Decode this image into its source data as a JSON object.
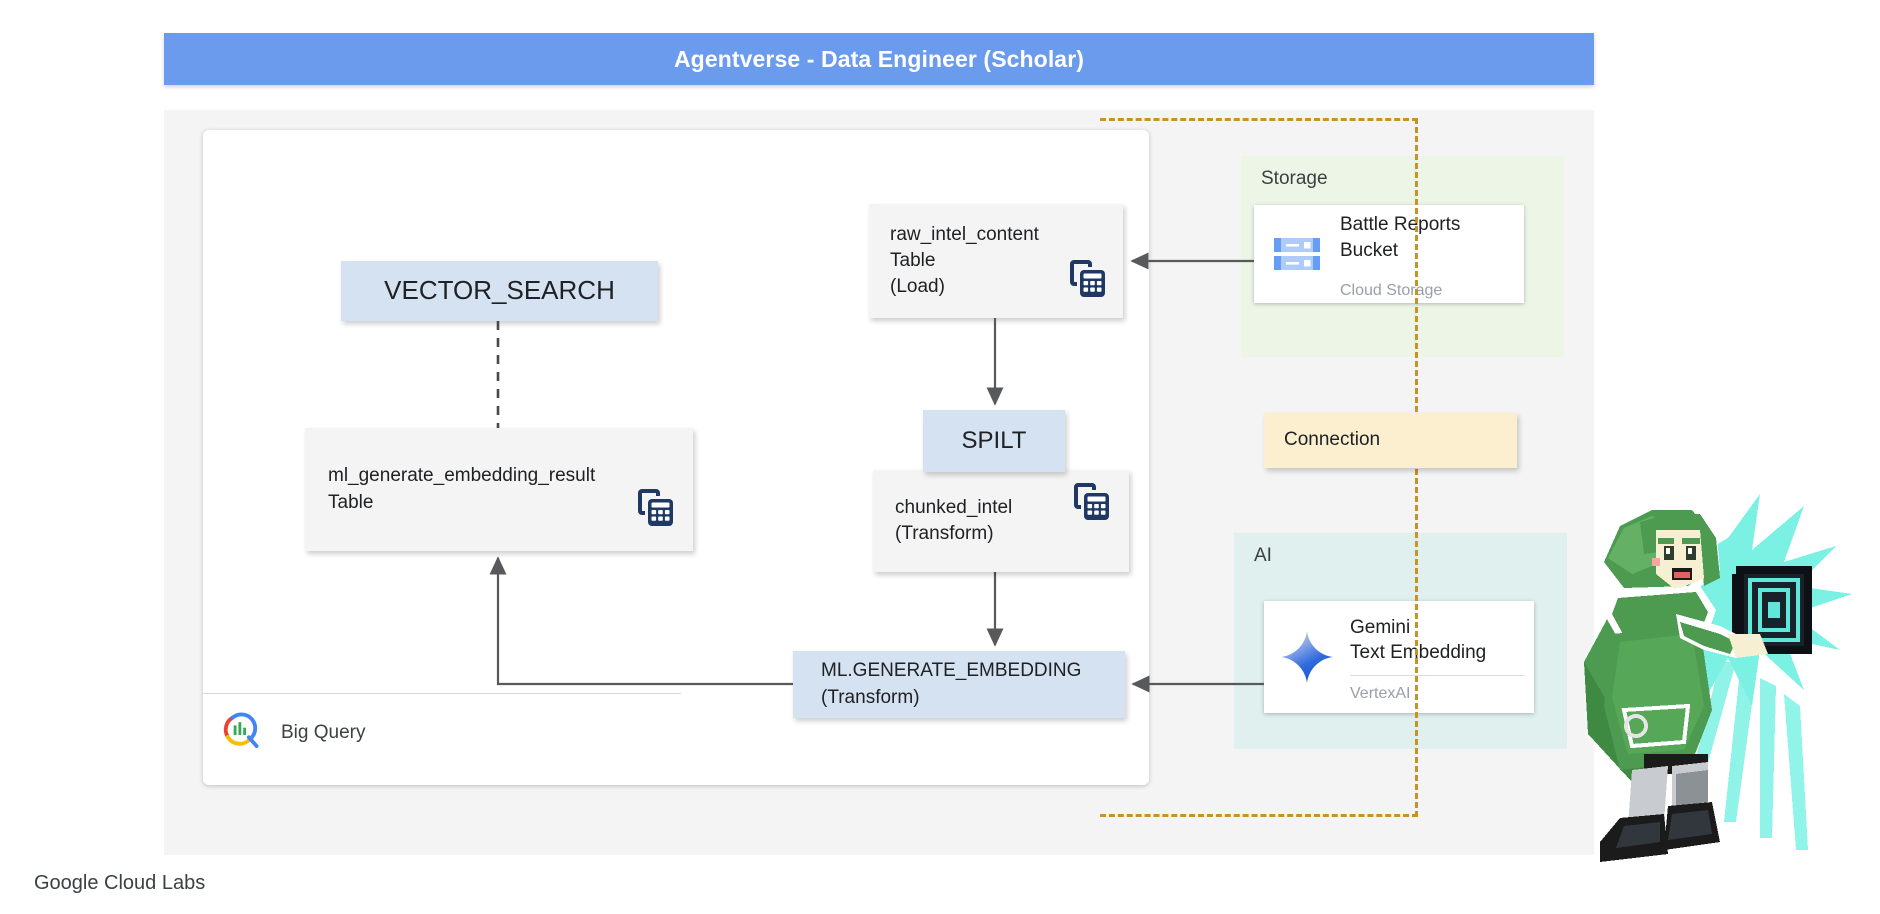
{
  "header": {
    "title": "Agentverse - Data Engineer (Scholar)",
    "background_color": "#6a9bec",
    "text_color": "#ffffff"
  },
  "brand": {
    "label": "Google Cloud Labs"
  },
  "bigquery_panel": {
    "footer_label": "Big Query",
    "footer_icon": "bigquery-logo-icon"
  },
  "nodes": {
    "vector_search": {
      "label": "VECTOR_SEARCH",
      "fill": "#d4e2f2"
    },
    "ml_result_table": {
      "label": "ml_generate_embedding_result\nTable",
      "fill": "#f4f4f4",
      "icon": "table-icon"
    },
    "raw_intel": {
      "label": "raw_intel_content\nTable\n(Load)",
      "fill": "#f4f4f4",
      "icon": "table-icon"
    },
    "spilt": {
      "label": "SPILT",
      "fill": "#d4e2f2"
    },
    "chunked_intel": {
      "label": "chunked_intel\n(Transform)",
      "fill": "#f4f4f4",
      "icon": "table-icon"
    },
    "ml_generate_embedding": {
      "label": "ML.GENERATE_EMBEDDING\n(Transform)",
      "fill": "#d4e2f2"
    },
    "connection": {
      "label": "Connection",
      "fill": "#fbefcf"
    }
  },
  "groups": {
    "storage": {
      "label": "Storage",
      "fill": "#edf5e7",
      "card": {
        "title": "Battle Reports\nBucket",
        "subtitle": "Cloud Storage",
        "icon": "cloud-storage-icon"
      }
    },
    "ai": {
      "label": "AI",
      "fill": "#dff0ef",
      "card": {
        "title": "Gemini\nText Embedding",
        "subtitle": "VertexAI",
        "icon": "gemini-sparkle-icon"
      }
    }
  },
  "connectors": {
    "dashed_boundary_color": "#c89224",
    "arrow_color": "#58595b",
    "dashed_link_color": "#4a4a4a"
  },
  "character": {
    "name": "scholar-pixel-character",
    "description": "green hooded pixel-art scholar casting from a glowing book"
  }
}
